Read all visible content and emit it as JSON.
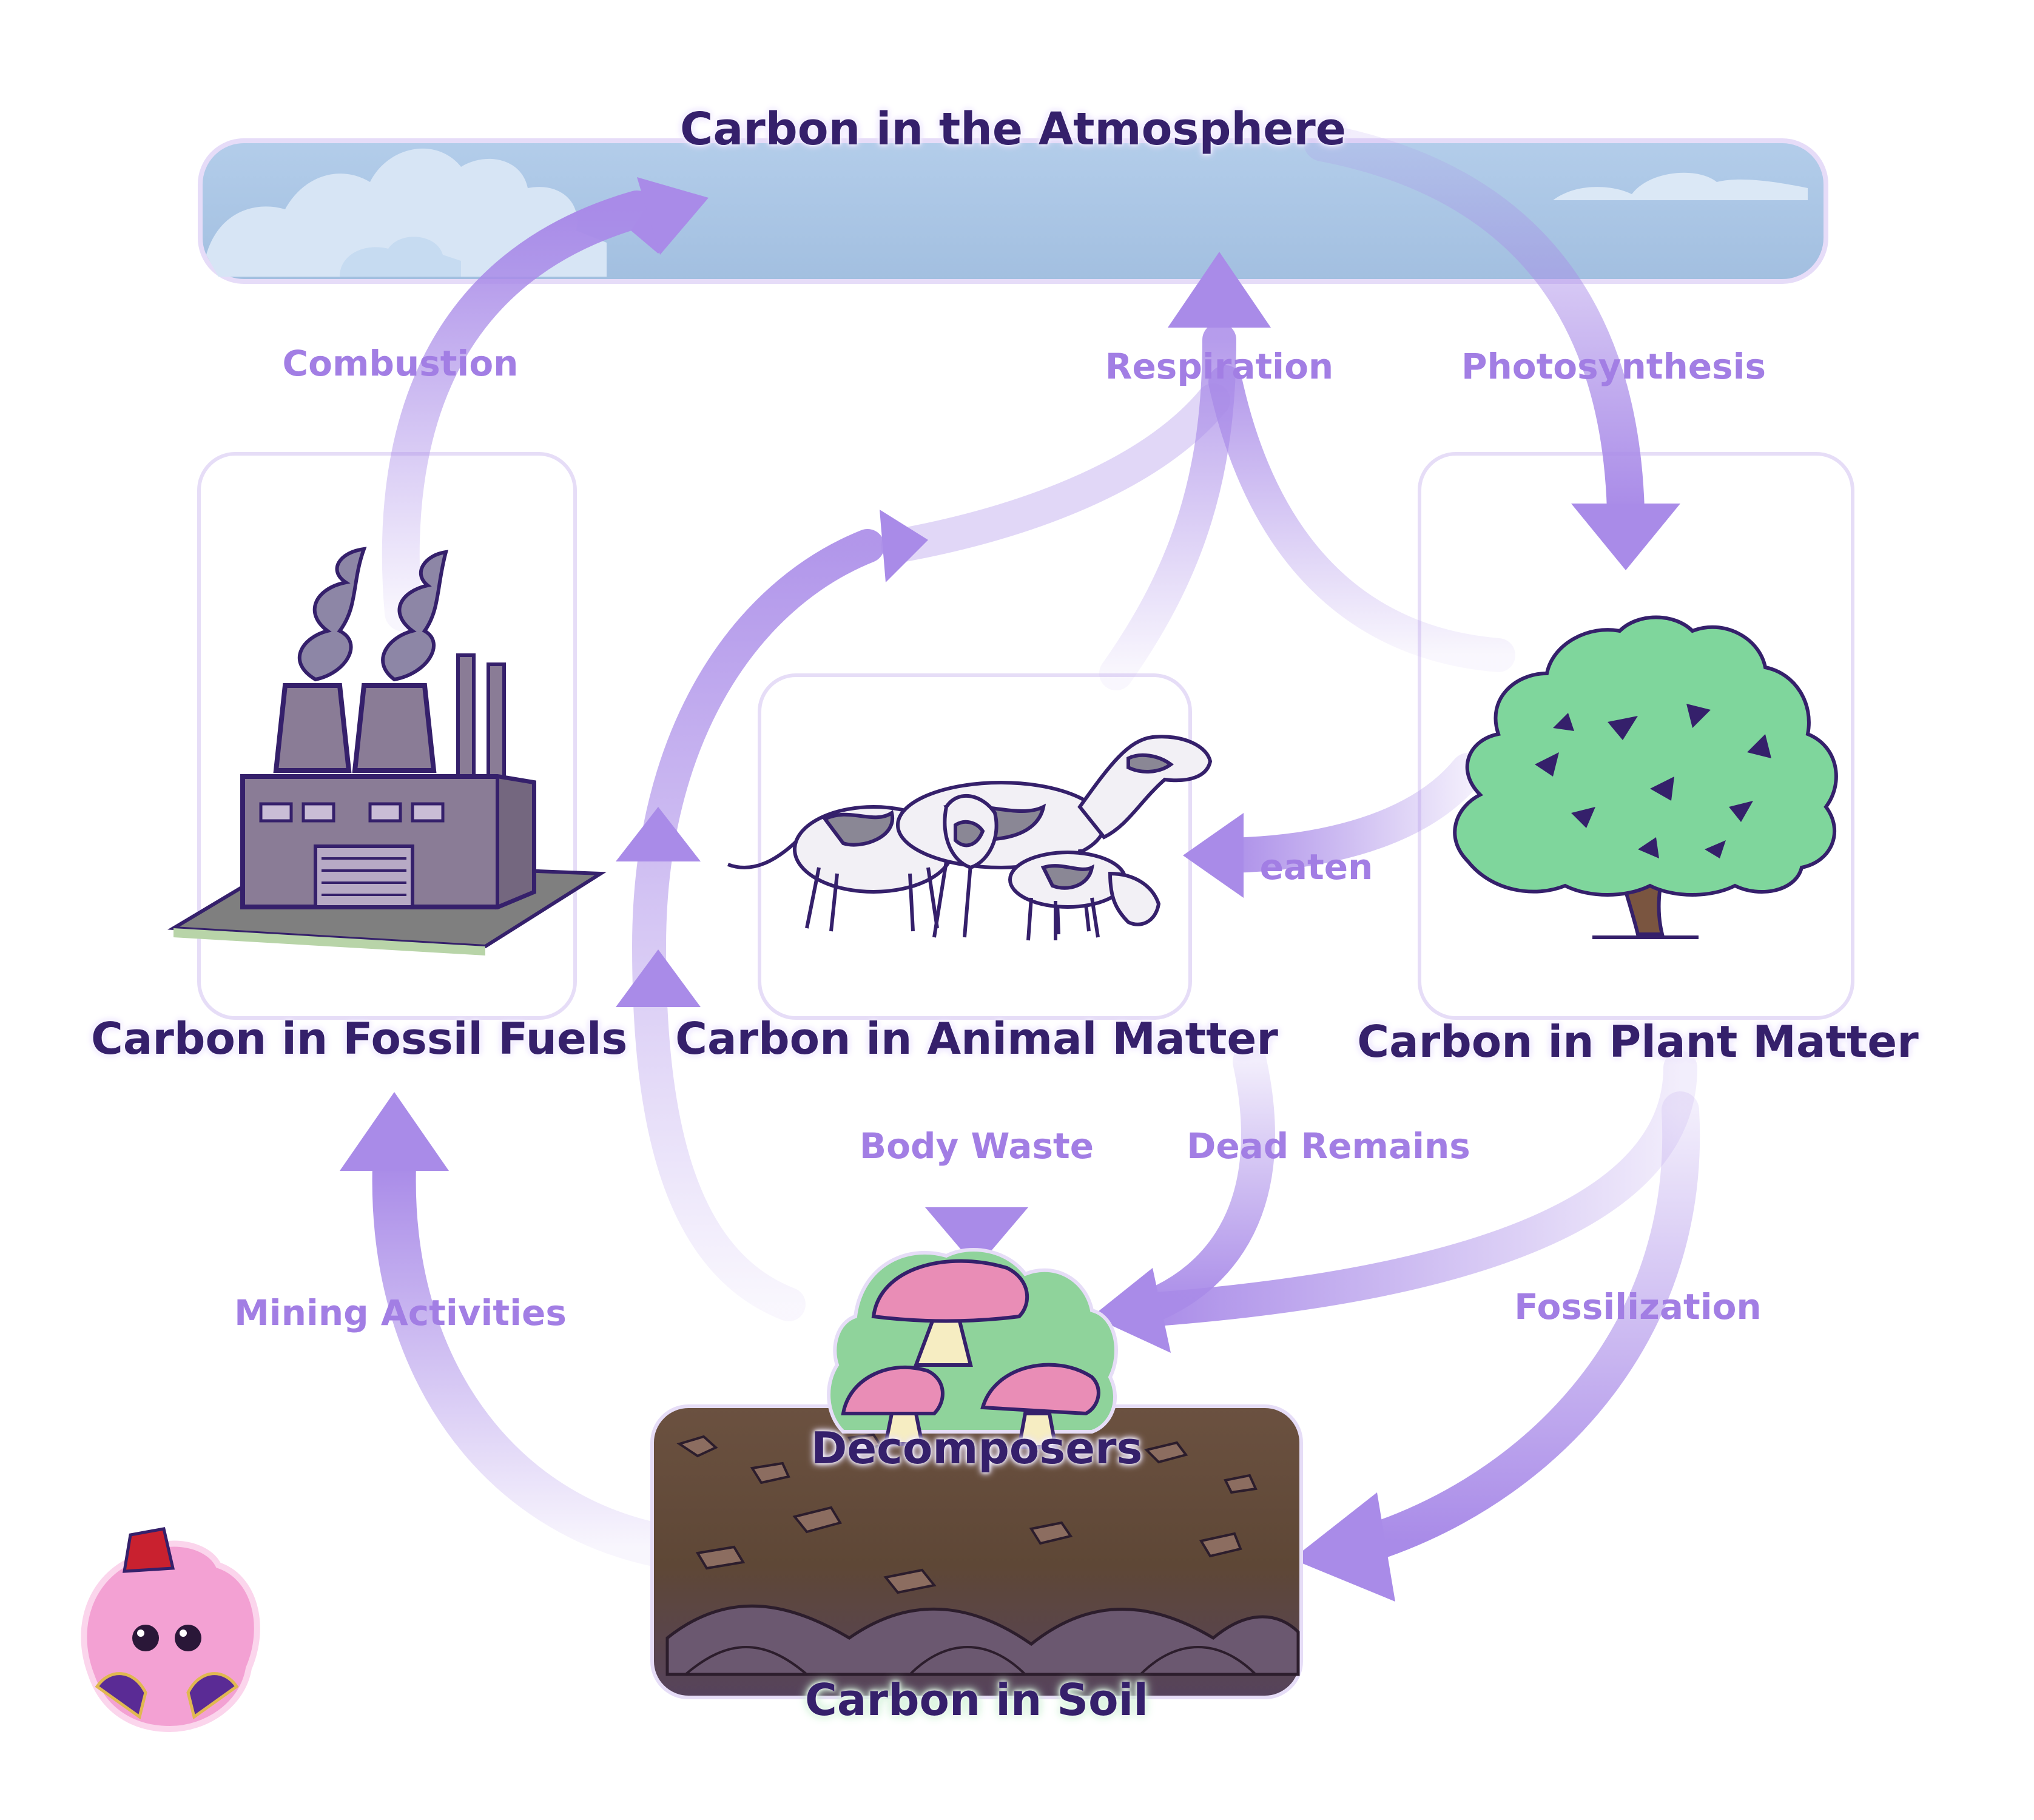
{
  "nodes": {
    "atmosphere": "Carbon in the Atmosphere",
    "fossil": "Carbon in Fossil Fuels",
    "animal": "Carbon in Animal Matter",
    "plant": "Carbon in Plant Matter",
    "decomposers": "Decomposers",
    "soil": "Carbon in Soil"
  },
  "edges": {
    "combustion": "Combustion",
    "respiration": "Respiration",
    "photosynthesis": "Photosynthesis",
    "eaten": "eaten",
    "body_waste": "Body Waste",
    "dead_remains": "Dead Remains",
    "mining": "Mining Activities",
    "fossilization": "Fossilization"
  },
  "icons": {
    "atmosphere": "sky-cloud-icon",
    "fossil": "factory-icon",
    "animal": "cows-icon",
    "plant": "tree-icon",
    "decomposers": "mushrooms-icon",
    "soil": "soil-rocks-icon",
    "mascot": "fez-mascot-icon"
  },
  "colors": {
    "arrow": "#a98be8",
    "title": "#35206b",
    "label": "#a27ee4",
    "sky": "#a7c4e3"
  }
}
